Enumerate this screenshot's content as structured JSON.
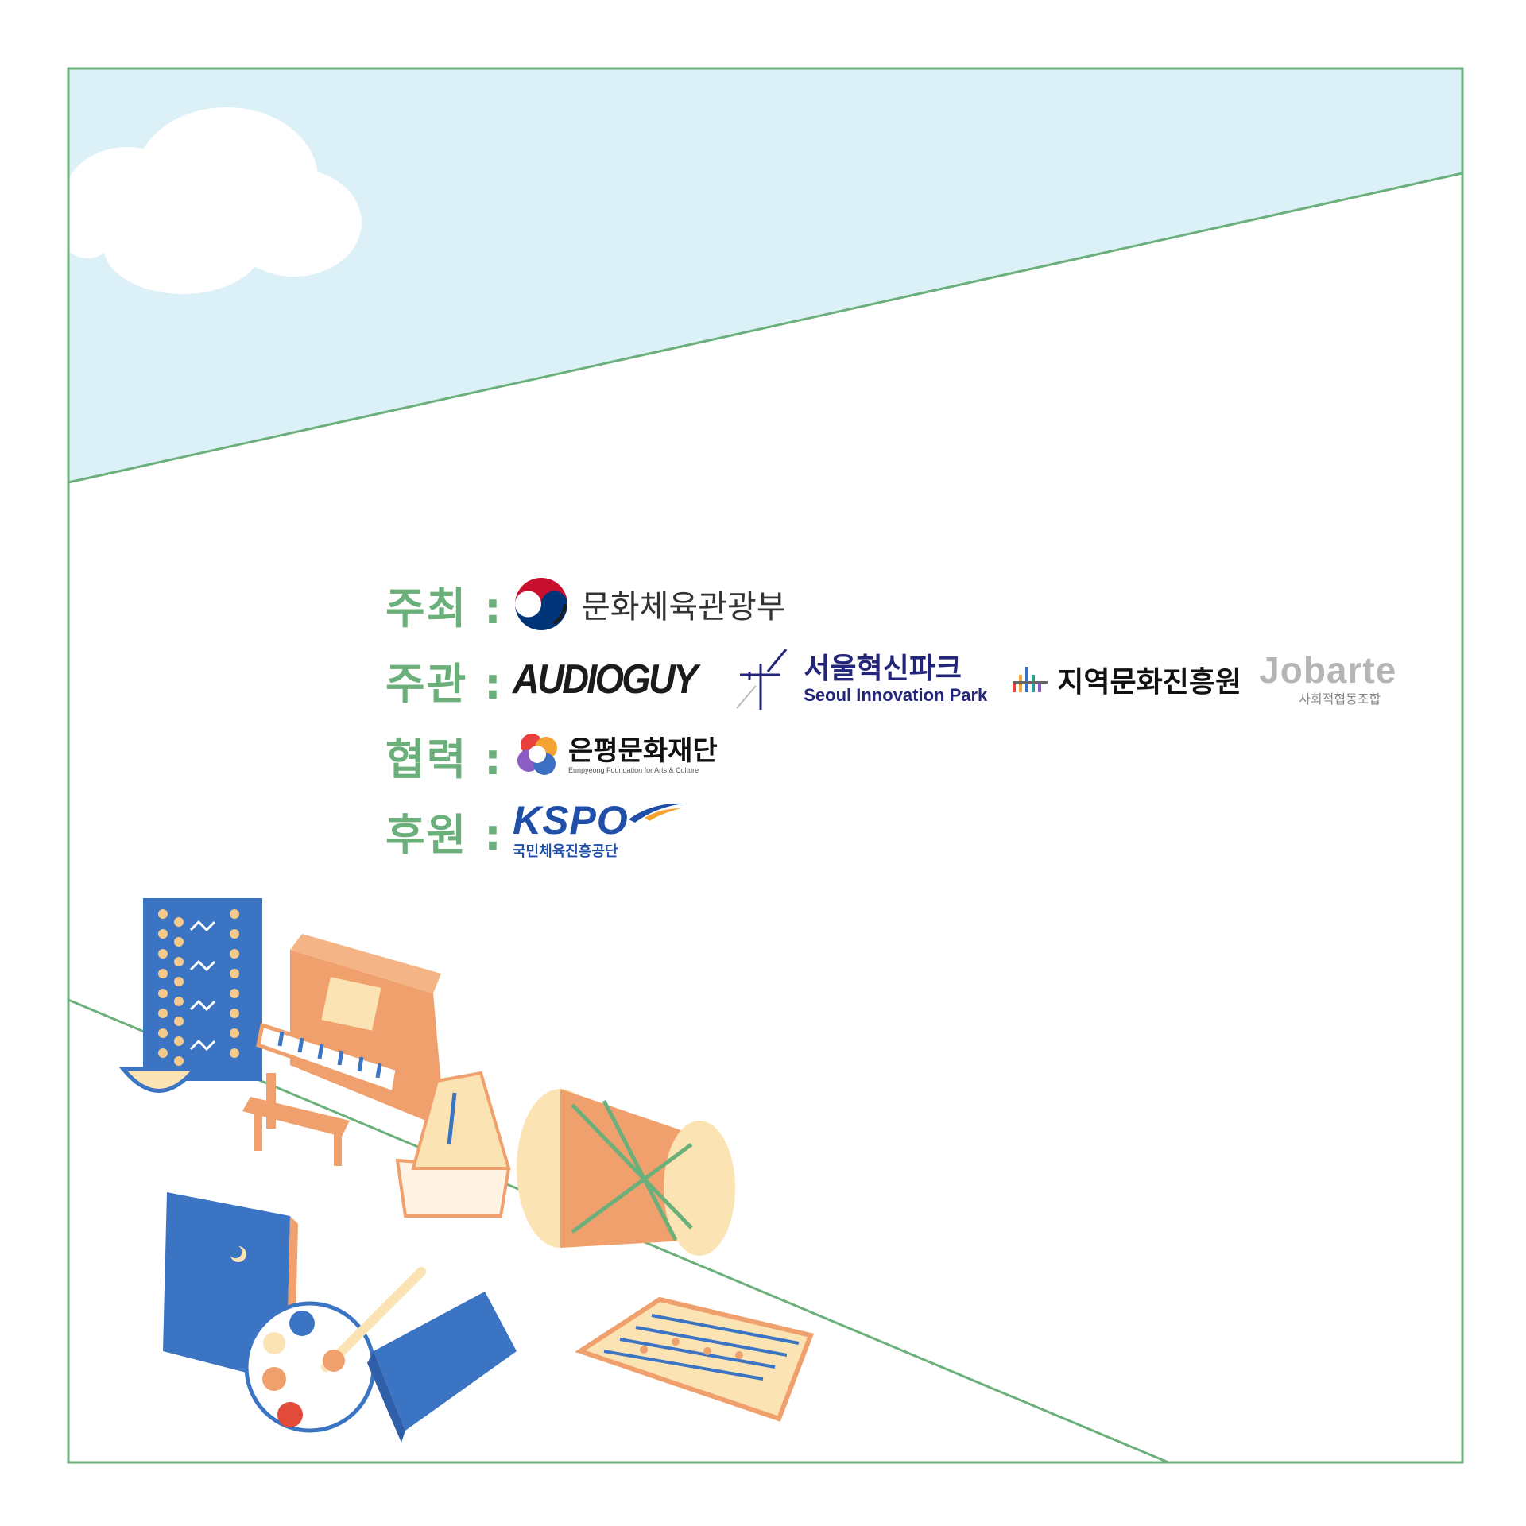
{
  "colors": {
    "frame": "#6bb07a",
    "sky": "#dcf0f7",
    "role_text": "#6bb07a",
    "orange": "#f0a06d",
    "blue": "#3c74c4",
    "cream": "#fbe3b3"
  },
  "credits": {
    "host": {
      "label": "주최 :",
      "org": {
        "name": "문화체육관광부",
        "icon": "taegeuk-emblem-icon"
      }
    },
    "organizers": {
      "label": "주관 :",
      "orgs": [
        {
          "name": "AUDIOGUY"
        },
        {
          "name_ko": "서울혁신파크",
          "name_en": "Seoul Innovation Park",
          "icon": "seoul-innovation-park-icon"
        },
        {
          "name": "지역문화진흥원",
          "icon": "building-bars-icon"
        },
        {
          "name": "Jobarte",
          "sub": "사회적협동조합"
        }
      ]
    },
    "cooperation": {
      "label": "협력 :",
      "org": {
        "name_ko": "은평문화재단",
        "name_en": "Eunpyeong Foundation for Arts & Culture",
        "icon": "colorful-petal-icon"
      }
    },
    "sponsor": {
      "label": "후원 :",
      "org": {
        "name": "KSPO",
        "sub": "국민체육진흥공단",
        "icon": "kspo-swoosh-icon"
      }
    }
  }
}
